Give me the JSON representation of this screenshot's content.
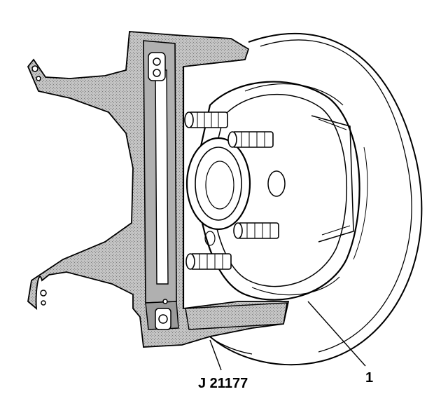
{
  "figure": {
    "callouts": [
      {
        "id": "tool",
        "text": "J 21177"
      },
      {
        "id": "part",
        "text": "1"
      }
    ]
  },
  "colors": {
    "ink": "#000000",
    "paper": "#ffffff",
    "tool_fill": "#b8b8b8",
    "tool_dark": "#8c8c8c"
  }
}
